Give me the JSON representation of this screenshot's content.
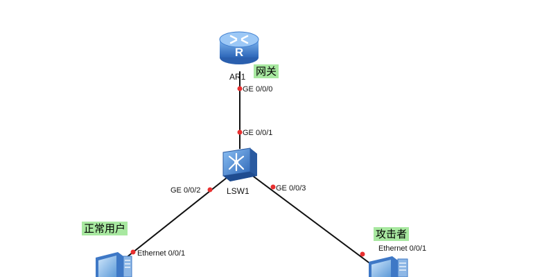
{
  "devices": {
    "router": {
      "label": "AR1",
      "tag": "网关",
      "glyph": "R",
      "icon": "router-icon"
    },
    "switch": {
      "label": "LSW1",
      "icon": "switch-icon"
    },
    "pc_left": {
      "tag": "正常用户",
      "icon": "pc-icon"
    },
    "pc_right": {
      "tag": "攻击者",
      "icon": "pc-icon"
    }
  },
  "ports": {
    "router_down": "GE 0/0/0",
    "switch_up": "GE 0/0/1",
    "switch_left": "GE 0/0/2",
    "switch_right": "GE 0/0/3",
    "pc_left": "Ethernet 0/0/1",
    "pc_right": "Ethernet 0/0/1"
  },
  "colors": {
    "link": "#111111",
    "port_dot": "#e83030",
    "router_body": "#3f7fd0",
    "switch_body": "#4a84d4",
    "tag_bg": "#a8e8a0"
  }
}
